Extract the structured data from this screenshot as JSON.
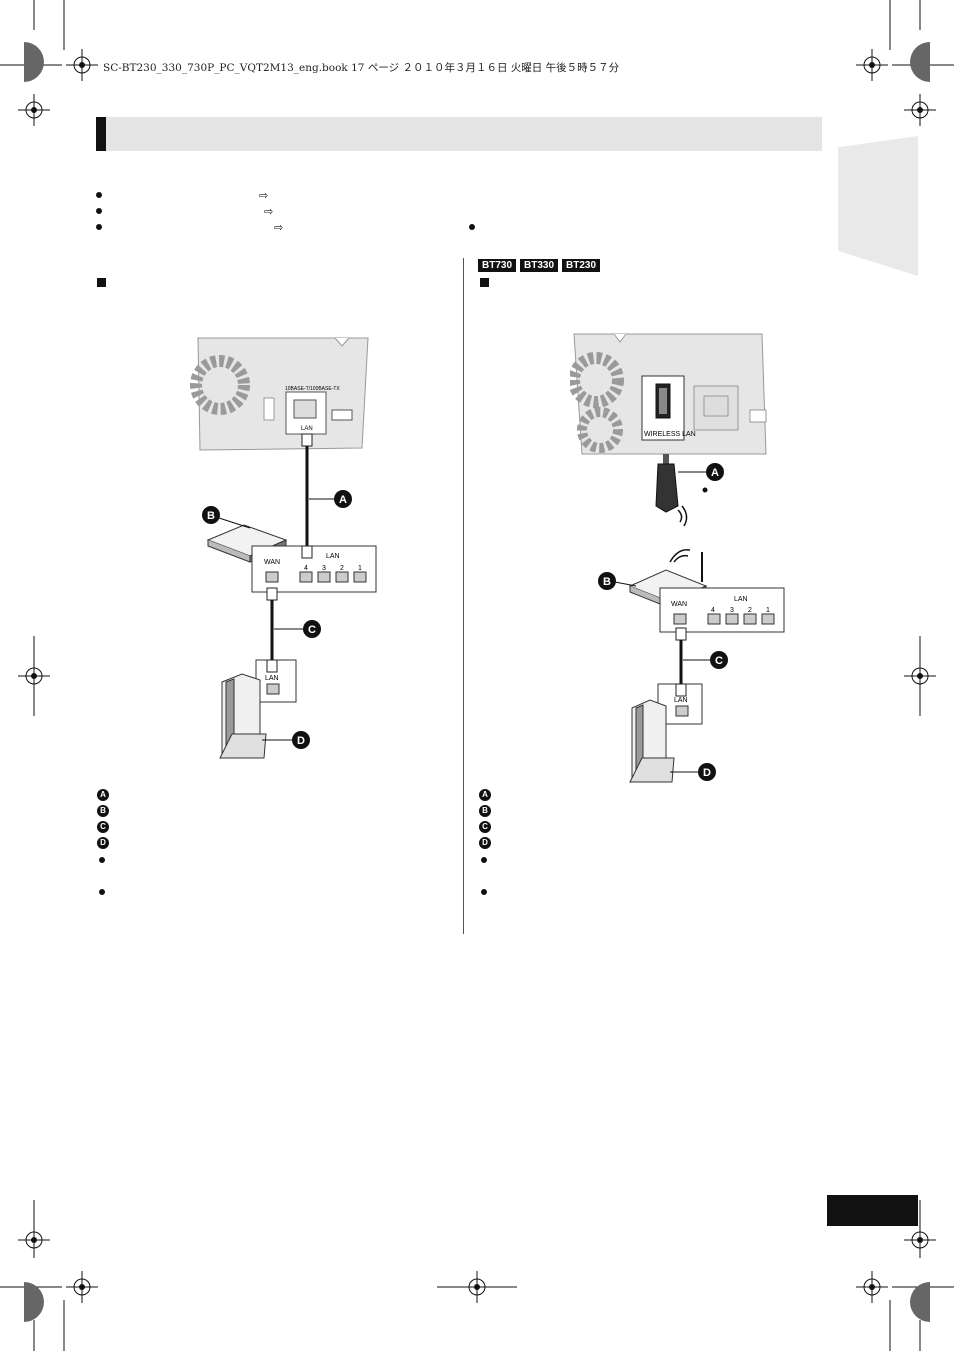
{
  "header": {
    "print_line": "SC-BT230_330_730P_PC_VQT2M13_eng.book  17 ページ  ２０１０年３月１６日  火曜日  午後５時５７分"
  },
  "models": {
    "badges": [
      "BT730",
      "BT330",
      "BT230"
    ]
  },
  "wired_diagram": {
    "port_label_top": "10BASE-T/100BASE-TX",
    "port_label": "LAN",
    "router_wan": "WAN",
    "router_lan": "LAN",
    "router_ports": [
      "4",
      "3",
      "2",
      "1"
    ],
    "modem_lan": "LAN",
    "callouts": [
      "A",
      "B",
      "C",
      "D"
    ]
  },
  "wireless_diagram": {
    "port_label": "WIRELESS LAN",
    "router_wan": "WAN",
    "router_lan": "LAN",
    "router_ports": [
      "4",
      "3",
      "2",
      "1"
    ],
    "modem_lan": "LAN",
    "callouts": [
      "A",
      "B",
      "C",
      "D"
    ]
  },
  "legend": {
    "left": [
      "A",
      "B",
      "C",
      "D"
    ],
    "right": [
      "A",
      "B",
      "C",
      "D"
    ]
  },
  "colors": {
    "title_bar": "#e4e4e4",
    "ink": "#111111",
    "panel": "#e6e6e6"
  }
}
